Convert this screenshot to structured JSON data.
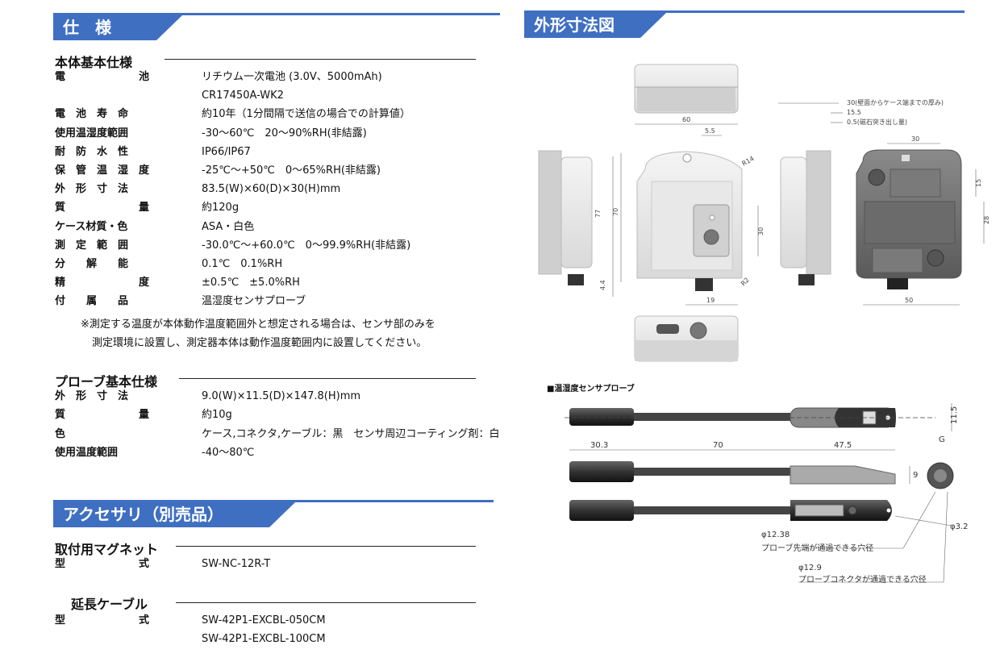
{
  "spec": {
    "title": "仕　様",
    "main": {
      "heading": "本体基本仕様",
      "rows": [
        {
          "label": "電　　　　　　　池",
          "value": "リチウム一次電池 (3.0V、5000mAh)"
        },
        {
          "label": "",
          "value": "CR17450A-WK2"
        },
        {
          "label": "電　池　寿　命",
          "value": "約10年（1分間隔で送信の場合での計算値）"
        },
        {
          "label": "使用温湿度範囲",
          "value": "-30〜60℃　20〜90%RH(非結露)"
        },
        {
          "label": "耐　防　水　性",
          "value": "IP66/IP67"
        },
        {
          "label": "保　管　温　湿　度",
          "value": "-25℃〜+50℃　0〜65%RH(非結露)"
        },
        {
          "label": "外　形　寸　法",
          "value": "83.5(W)×60(D)×30(H)mm"
        },
        {
          "label": "質　　　　　　　量",
          "value": "約120g"
        },
        {
          "label": "ケース材質・色",
          "value": "ASA・白色"
        },
        {
          "label": "測　定　範　囲",
          "value": "-30.0℃〜+60.0℃　0〜99.9%RH(非結露)"
        },
        {
          "label": "分　　解　　能",
          "value": "0.1℃　0.1%RH"
        },
        {
          "label": "精　　　　　　　度",
          "value": "±0.5℃　±5.0%RH"
        },
        {
          "label": "付　　属　　品",
          "value": "温湿度センサプローブ"
        }
      ],
      "note1": "※測定する温度が本体動作温度範囲外と想定される場合は、センサ部のみを",
      "note2": "測定環境に設置し、測定器本体は動作温度範囲内に設置してください。"
    },
    "probe": {
      "heading": "プローブ基本仕様",
      "rows": [
        {
          "label": "外　形　寸　法",
          "value": "9.0(W)×11.5(D)×147.8(H)mm"
        },
        {
          "label": "質　　　　　　　量",
          "value": "約10g"
        },
        {
          "label": "色",
          "value": "ケース,コネクタ,ケーブル：黒　センサ周辺コーティング剤：白"
        },
        {
          "label": "使用温度範囲",
          "value": "-40〜80℃"
        }
      ]
    }
  },
  "accessory": {
    "title": "アクセサリ（別売品）",
    "magnet": {
      "heading": "取付用マグネット",
      "label": "型　　　　　　　式",
      "value": "SW-NC-12R-T"
    },
    "cable": {
      "heading": "延長ケーブル",
      "label": "型　　　　　　　式",
      "value1": "SW-42P1-EXCBL-050CM",
      "value2": "SW-42P1-EXCBL-100CM"
    }
  },
  "drawing": {
    "title": "外形寸法図",
    "dims": {
      "d60": "60",
      "d55": "5.5",
      "r14": "R14",
      "d77": "77",
      "d70": "70",
      "d30": "30",
      "d44": "4.4",
      "r2": "R2",
      "d19": "19",
      "d30_wall": "30(壁面からケース端までの厚み)",
      "d155": "15.5",
      "d05": "0.5(磁石突き出し量)",
      "d30top": "30",
      "d15": "15",
      "d28": "28",
      "d50": "50"
    },
    "probe_title": "■温湿度センサプローブ",
    "probe_dims": {
      "d303": "30.3",
      "d70": "70",
      "d475": "47.5",
      "d115": "11.5",
      "g": "G",
      "d9": "9",
      "phi32": "φ3.2",
      "phi1238": "φ12.38",
      "hole1": "プローブ先端が通過できる穴径",
      "phi129": "φ12.9",
      "hole2": "プローブコネクタが通過できる穴径"
    }
  }
}
